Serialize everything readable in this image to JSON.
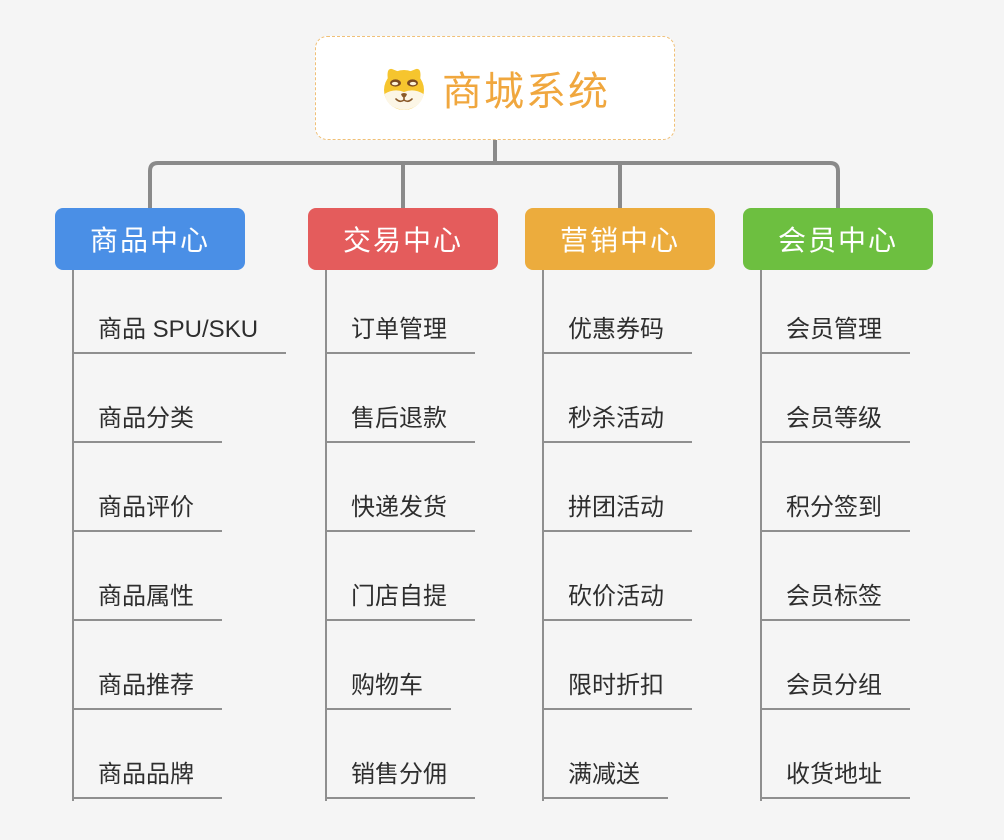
{
  "root": {
    "title": "商城系统",
    "icon": "shiba-dog-icon"
  },
  "branches": [
    {
      "label": "商品中心",
      "color": "#4a8fe6",
      "items": [
        "商品 SPU/SKU",
        "商品分类",
        "商品评价",
        "商品属性",
        "商品推荐",
        "商品品牌"
      ]
    },
    {
      "label": "交易中心",
      "color": "#e45c5c",
      "items": [
        "订单管理",
        "售后退款",
        "快递发货",
        "门店自提",
        "购物车",
        "销售分佣"
      ]
    },
    {
      "label": "营销中心",
      "color": "#ecac3d",
      "items": [
        "优惠券码",
        "秒杀活动",
        "拼团活动",
        "砍价活动",
        "限时折扣",
        "满减送"
      ]
    },
    {
      "label": "会员中心",
      "color": "#6dbf40",
      "items": [
        "会员管理",
        "会员等级",
        "积分签到",
        "会员标签",
        "会员分组",
        "收货地址"
      ]
    }
  ],
  "colors": {
    "background": "#f5f5f5",
    "connector": "#8a8a8a",
    "leaf_line": "#8f8f8f",
    "root_border": "#f0c077",
    "root_text": "#f0a73e",
    "leaf_text": "#2e2e2e"
  }
}
